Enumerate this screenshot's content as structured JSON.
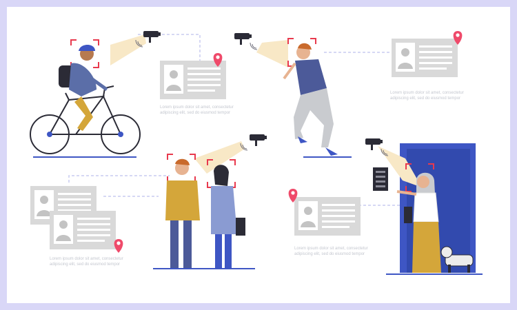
{
  "cards": [
    {
      "id": "card-cyclist",
      "caption": "Lorem ipsum dolor sit amet, consectetur adipiscing elit, sed do eiusmod tempor"
    },
    {
      "id": "card-runner",
      "caption": "Lorem ipsum dolor sit amet, consectetur adipiscing elit, sed do eiusmod tempor"
    },
    {
      "id": "card-couple",
      "caption": "Lorem ipsum dolor sit amet, consectetur adipiscing elit, sed do eiusmod tempor"
    },
    {
      "id": "card-door",
      "caption": "Lorem ipsum dolor sit amet, consectetur adipiscing elit, sed do eiusmod tempor"
    }
  ],
  "colors": {
    "background_border": "#d9d7f7",
    "scan_frame": "#e8394d",
    "cone": "#f8e8c6",
    "card": "#d9d9d9",
    "pin": "#ef4a6a",
    "door": "#3e56c4",
    "connector": "#c9ccf1"
  },
  "icons": [
    "camera-icon",
    "location-pin-icon",
    "face-scan-frame-icon",
    "id-card-icon",
    "signal-waves-icon",
    "keypad-icon"
  ]
}
